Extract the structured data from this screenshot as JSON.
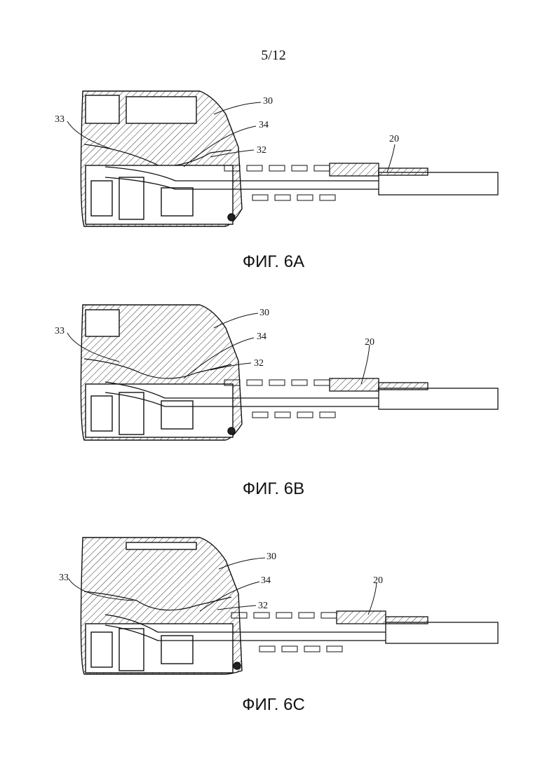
{
  "page": {
    "number": "5/12"
  },
  "figures": [
    {
      "caption": "ФИГ. 6А",
      "labels": {
        "l30": "30",
        "l33": "33",
        "l34": "34",
        "l32": "32",
        "l20": "20"
      }
    },
    {
      "caption": "ФИГ. 6В",
      "labels": {
        "l30": "30",
        "l33": "33",
        "l34": "34",
        "l32": "32",
        "l20": "20"
      }
    },
    {
      "caption": "ФИГ. 6С",
      "labels": {
        "l30": "30",
        "l33": "33",
        "l34": "34",
        "l32": "32",
        "l20": "20"
      }
    }
  ]
}
